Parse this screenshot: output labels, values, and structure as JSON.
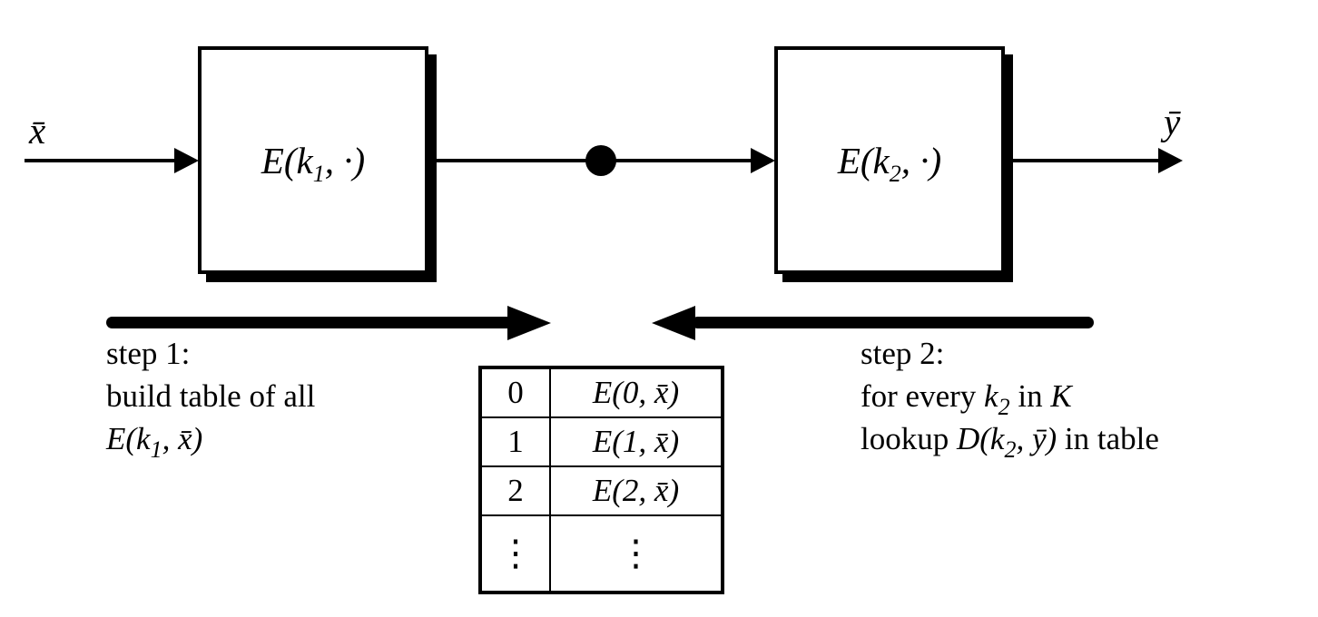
{
  "colors": {
    "ink": "#000000",
    "background": "#ffffff"
  },
  "pipeline": {
    "input_label": "x̄",
    "output_label": "ȳ",
    "box1": {
      "pre": "E(k",
      "sub": "1",
      "post": ", ·)"
    },
    "box2": {
      "pre": "E(k",
      "sub": "2",
      "post": ", ·)"
    }
  },
  "step1": {
    "line1": "step 1:",
    "line2": "build table of all",
    "formula": {
      "pre": "E(k",
      "sub": "1",
      "post": ", x̄)"
    }
  },
  "step2": {
    "line1": "step 2:",
    "line2_pre": "for every ",
    "line2_k": "k",
    "line2_sub": "2",
    "line2_mid": " in ",
    "line2_keyspace": "K",
    "line3_pre": "lookup ",
    "line3_formula": {
      "pre": "D(k",
      "sub": "2",
      "post": ", ȳ)"
    },
    "line3_post": " in table"
  },
  "table": {
    "rows": [
      {
        "key": "0",
        "value": "E(0, x̄)"
      },
      {
        "key": "1",
        "value": "E(1, x̄)"
      },
      {
        "key": "2",
        "value": "E(2, x̄)"
      },
      {
        "key": "⋮",
        "value": "⋮"
      }
    ]
  }
}
